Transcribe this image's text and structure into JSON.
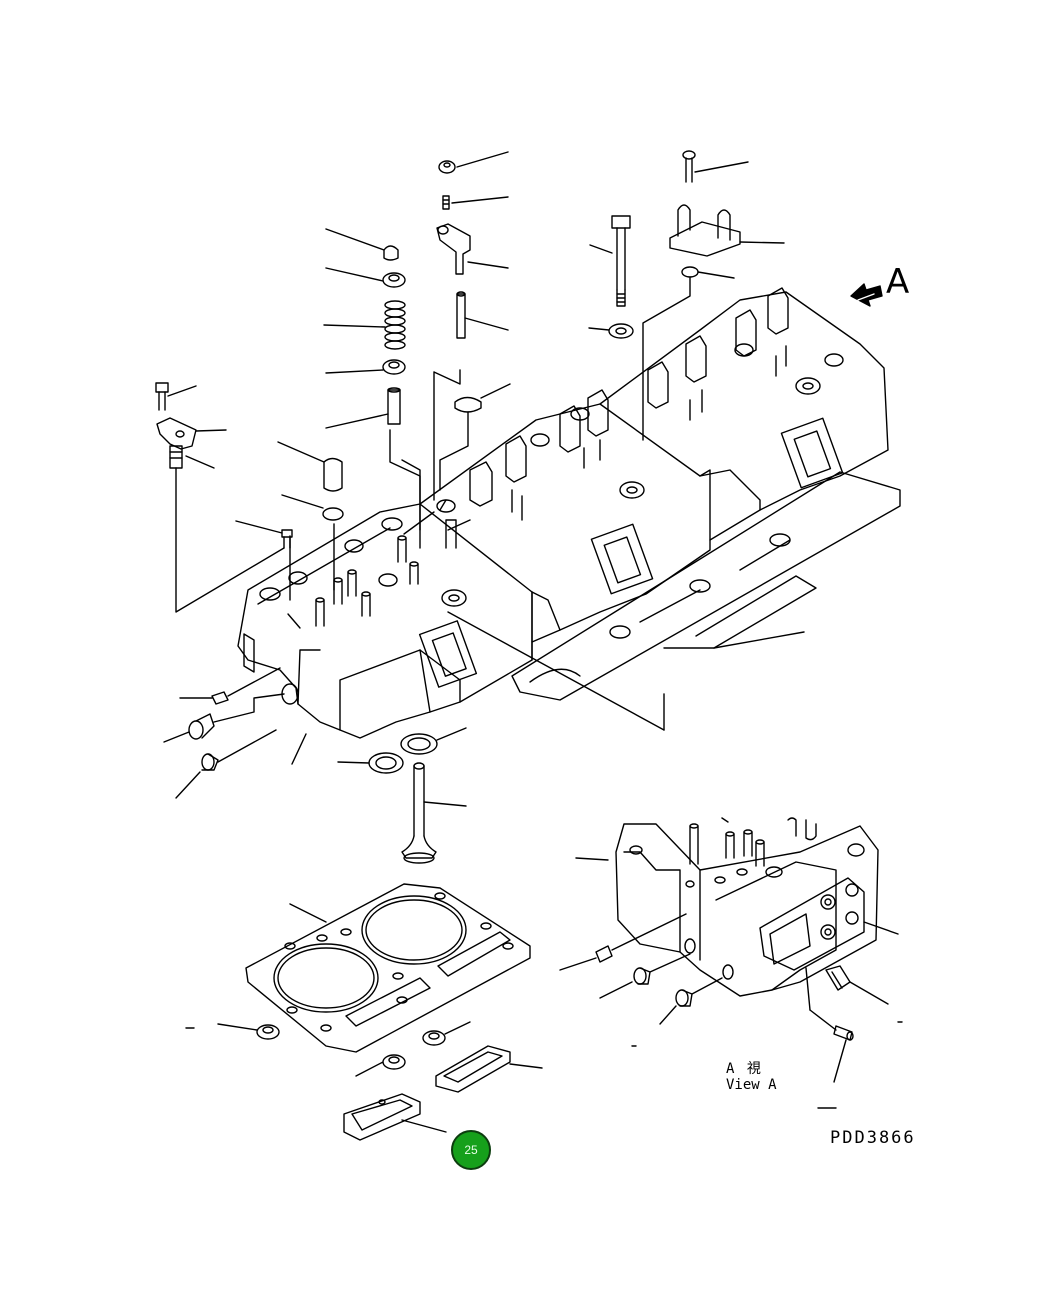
{
  "diagram": {
    "view_arrow_label": "A",
    "view_label_jp": "A 視",
    "view_label_en": "View A",
    "drawing_code": "PDD3866",
    "page_badge": "25",
    "badge_color": "#16a01b"
  }
}
